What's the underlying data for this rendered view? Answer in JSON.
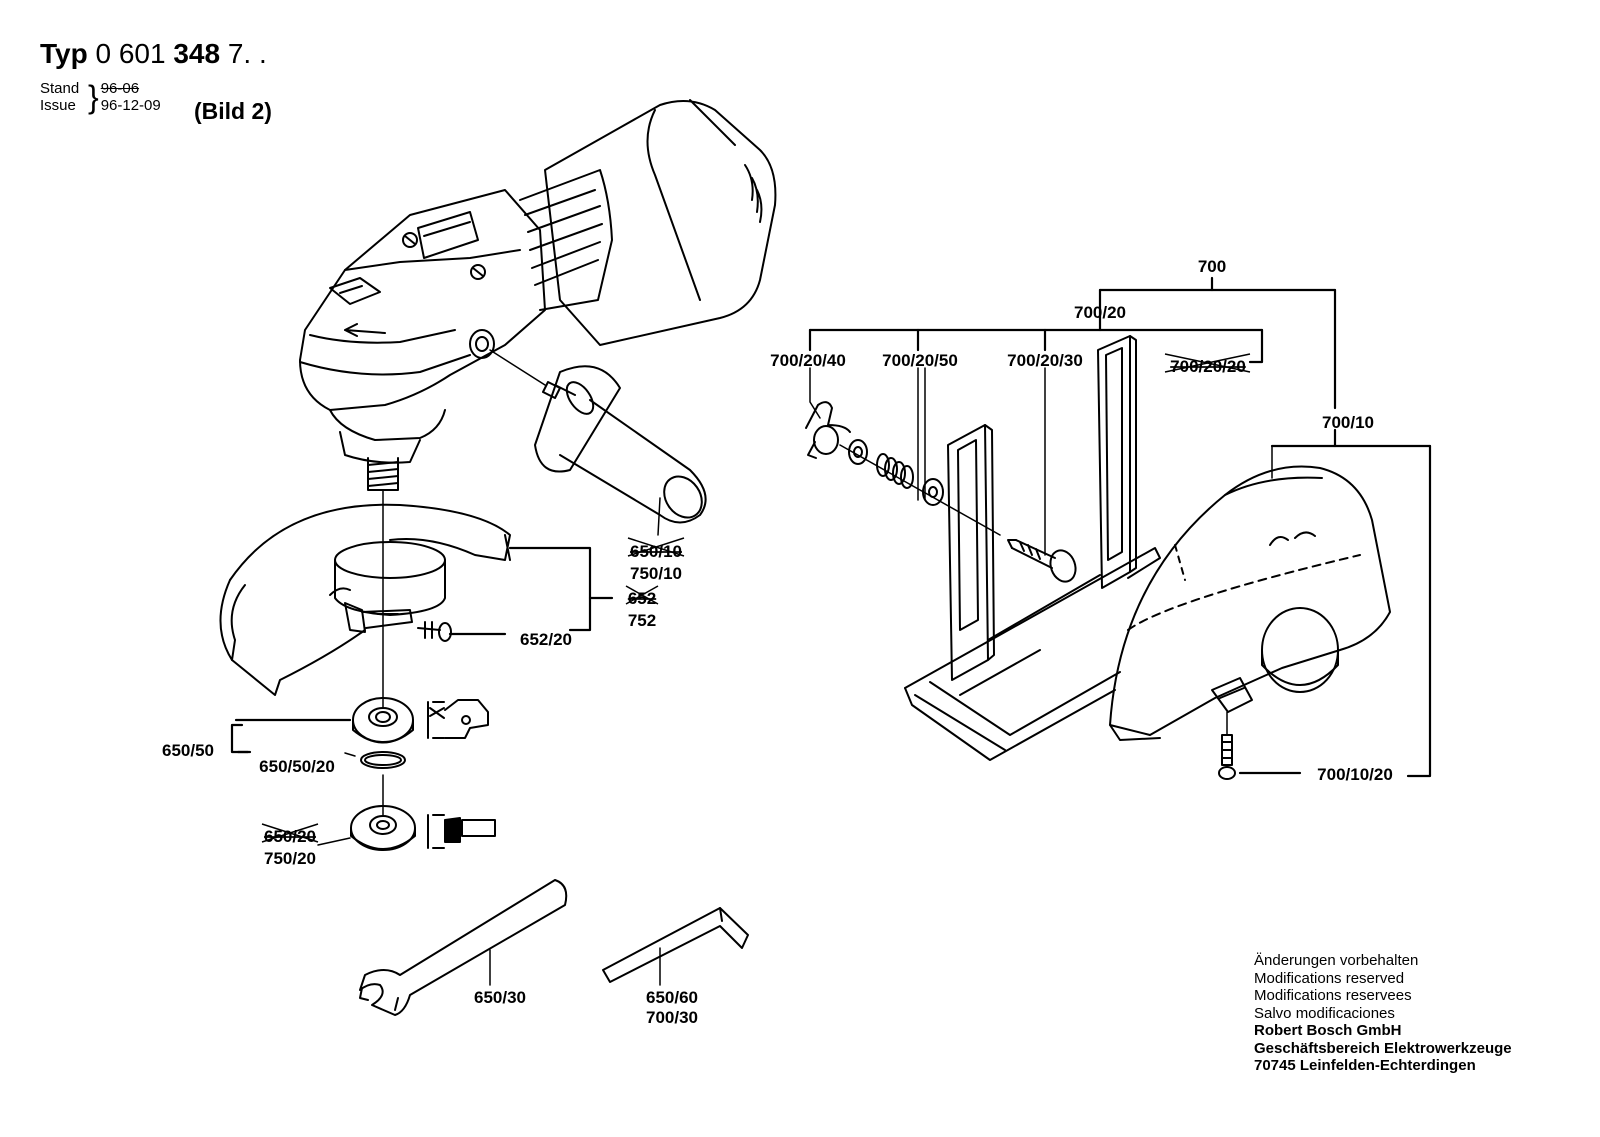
{
  "header": {
    "typ_prefix": "Typ",
    "typ_n1": "0",
    "typ_n2": "601",
    "typ_n3": "348",
    "typ_suffix": "7. .",
    "stand_label": "Stand",
    "issue_label": "Issue",
    "stand_date_old": "96-06",
    "stand_date": "96-12-09",
    "bild_label": "(Bild 2)"
  },
  "labels": {
    "p700": "700",
    "p700_20": "700/20",
    "p700_20_40": "700/20/40",
    "p700_20_50": "700/20/50",
    "p700_20_30": "700/20/30",
    "p700_20_20_struck": "700/20/20",
    "p700_10": "700/10",
    "p700_10_20": "700/10/20",
    "p650_50": "650/50",
    "p650_50_20": "650/50/20",
    "p652_20": "652/20",
    "p650_10_struck": "650/10",
    "p750_10": "750/10",
    "p652_struck": "652",
    "p752": "752",
    "p650_20_struck": "650/20",
    "p750_20": "750/20",
    "p650_30": "650/30",
    "p650_60": "650/60",
    "p700_30": "700/30"
  },
  "footer": {
    "line1": "Änderungen vorbehalten",
    "line2": "Modifications reserved",
    "line3": "Modifications reservees",
    "line4": "Salvo modificaciones",
    "line5": "Robert Bosch GmbH",
    "line6": "Geschäftsbereich Elektrowerkzeuge",
    "line7": "70745 Leinfelden-Echterdingen"
  },
  "colors": {
    "ink": "#000000",
    "paper": "#ffffff"
  }
}
